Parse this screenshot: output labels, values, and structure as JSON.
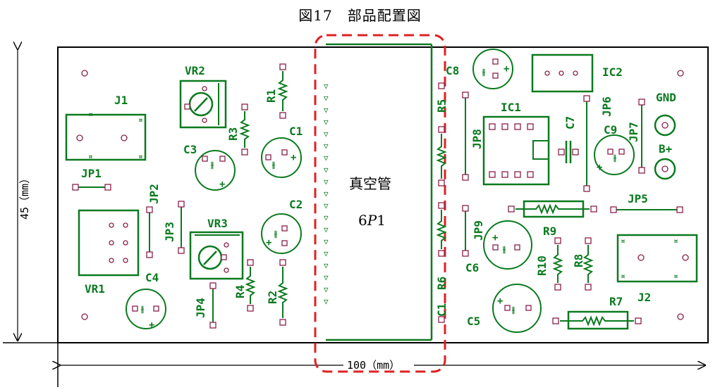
{
  "figure": {
    "title": "図17　部品配置図"
  },
  "dimensions": {
    "height_label": "45（mm）",
    "width_label": "100（mm）"
  },
  "tube": {
    "label": "真空管",
    "model_num": "6",
    "model_letter": "P",
    "model_num2": "1"
  },
  "labels": {
    "J1": "J1",
    "J2": "J2",
    "JP1": "JP1",
    "JP2": "JP2",
    "JP3": "JP3",
    "JP4": "JP4",
    "JP5": "JP5",
    "JP6": "JP6",
    "JP7": "JP7",
    "JP8": "JP8",
    "JP9": "JP9",
    "VR1": "VR1",
    "VR2": "VR2",
    "VR3": "VR3",
    "R1": "R1",
    "R2": "R2",
    "R3": "R3",
    "R4": "R4",
    "R5": "R5",
    "R6": "R6",
    "R7": "R7",
    "R8": "R8",
    "R9": "R9",
    "R10": "R10",
    "C1": "C1",
    "C2": "C2",
    "C3": "C3",
    "C4": "C4",
    "C5": "C5",
    "C6": "C6",
    "C7": "C7",
    "C8": "C8",
    "C9": "C9",
    "C11": "C1",
    "IC1": "IC1",
    "IC2": "IC2",
    "GND": "GND",
    "Bplus": "B+"
  },
  "colors": {
    "silk": "#0a7a1f",
    "pad": "#8a1f4a",
    "highlight": "#e02020"
  }
}
